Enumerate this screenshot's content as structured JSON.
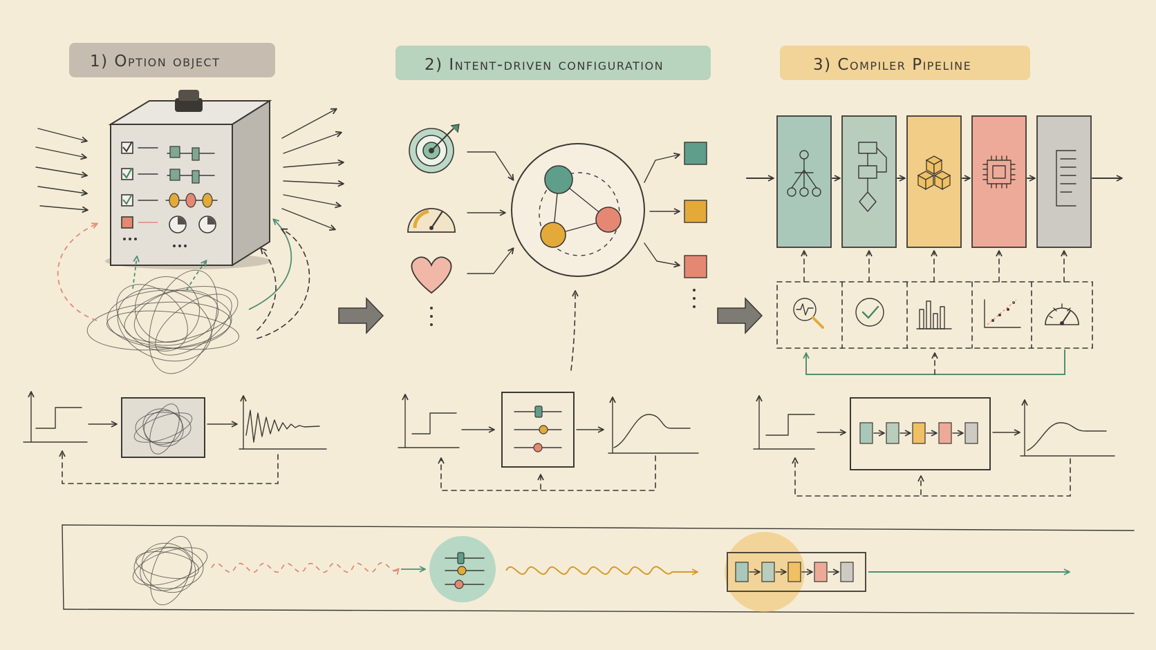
{
  "sections": [
    {
      "label": "1) Option object",
      "band_color": "#9e9890"
    },
    {
      "label": "2) Intent-driven configuration",
      "band_color": "#8fc3ad"
    },
    {
      "label": "3) Compiler Pipeline",
      "band_color": "#f0c56e"
    }
  ],
  "colors": {
    "ink": "#3b3833",
    "background": "#f5ecd8",
    "teal": "#5e9e8b",
    "gold": "#e3aa3a",
    "coral": "#e58873",
    "gray_stage": "#c9c5bd"
  },
  "intents": [
    {
      "icon": "target-icon"
    },
    {
      "icon": "gauge-icon"
    },
    {
      "icon": "heart-icon"
    }
  ],
  "pipeline_stages": [
    {
      "icon": "tree-icon",
      "color": "#a9c8ba"
    },
    {
      "icon": "flowchart-icon",
      "color": "#b9cdbd"
    },
    {
      "icon": "cubes-icon",
      "color": "#f2cd88"
    },
    {
      "icon": "chip-icon",
      "color": "#eeaa98"
    },
    {
      "icon": "document-icon",
      "color": "#cdcac3"
    }
  ],
  "checks": [
    {
      "icon": "magnifier-icon"
    },
    {
      "icon": "checkmark-icon"
    },
    {
      "icon": "bar-chart-icon"
    },
    {
      "icon": "trend-icon"
    },
    {
      "icon": "gauge-icon"
    }
  ]
}
